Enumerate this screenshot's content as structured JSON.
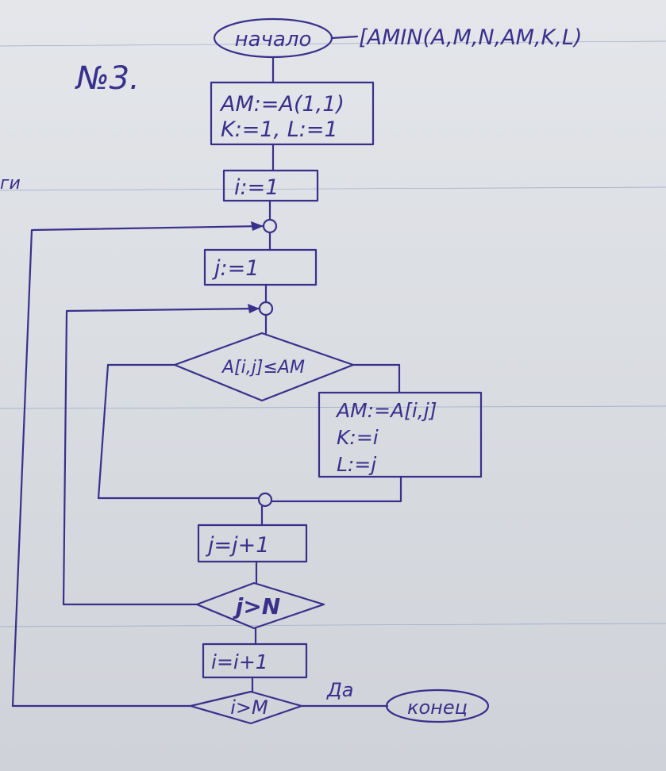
{
  "title": {
    "number": "№3."
  },
  "start": {
    "label": "начало",
    "signature": "[AMIN(A,M,N,AM,K,L)"
  },
  "init_block": {
    "line1": "AM:=A(1,1)",
    "line2": "K:=1, L:=1"
  },
  "i_init": "i:=1",
  "j_init": "j:=1",
  "condition": "A[i,j]≤AM",
  "assign_block": {
    "line1": "AM:=A[i,j]",
    "line2": "K:=i",
    "line3": "L:=j"
  },
  "j_increment": "j=j+1",
  "j_check": "j>N",
  "i_increment": "i=i+1",
  "i_check": "i>M",
  "yes_label": "Да",
  "end": {
    "label": "конец"
  },
  "margin_fragment": "ги"
}
